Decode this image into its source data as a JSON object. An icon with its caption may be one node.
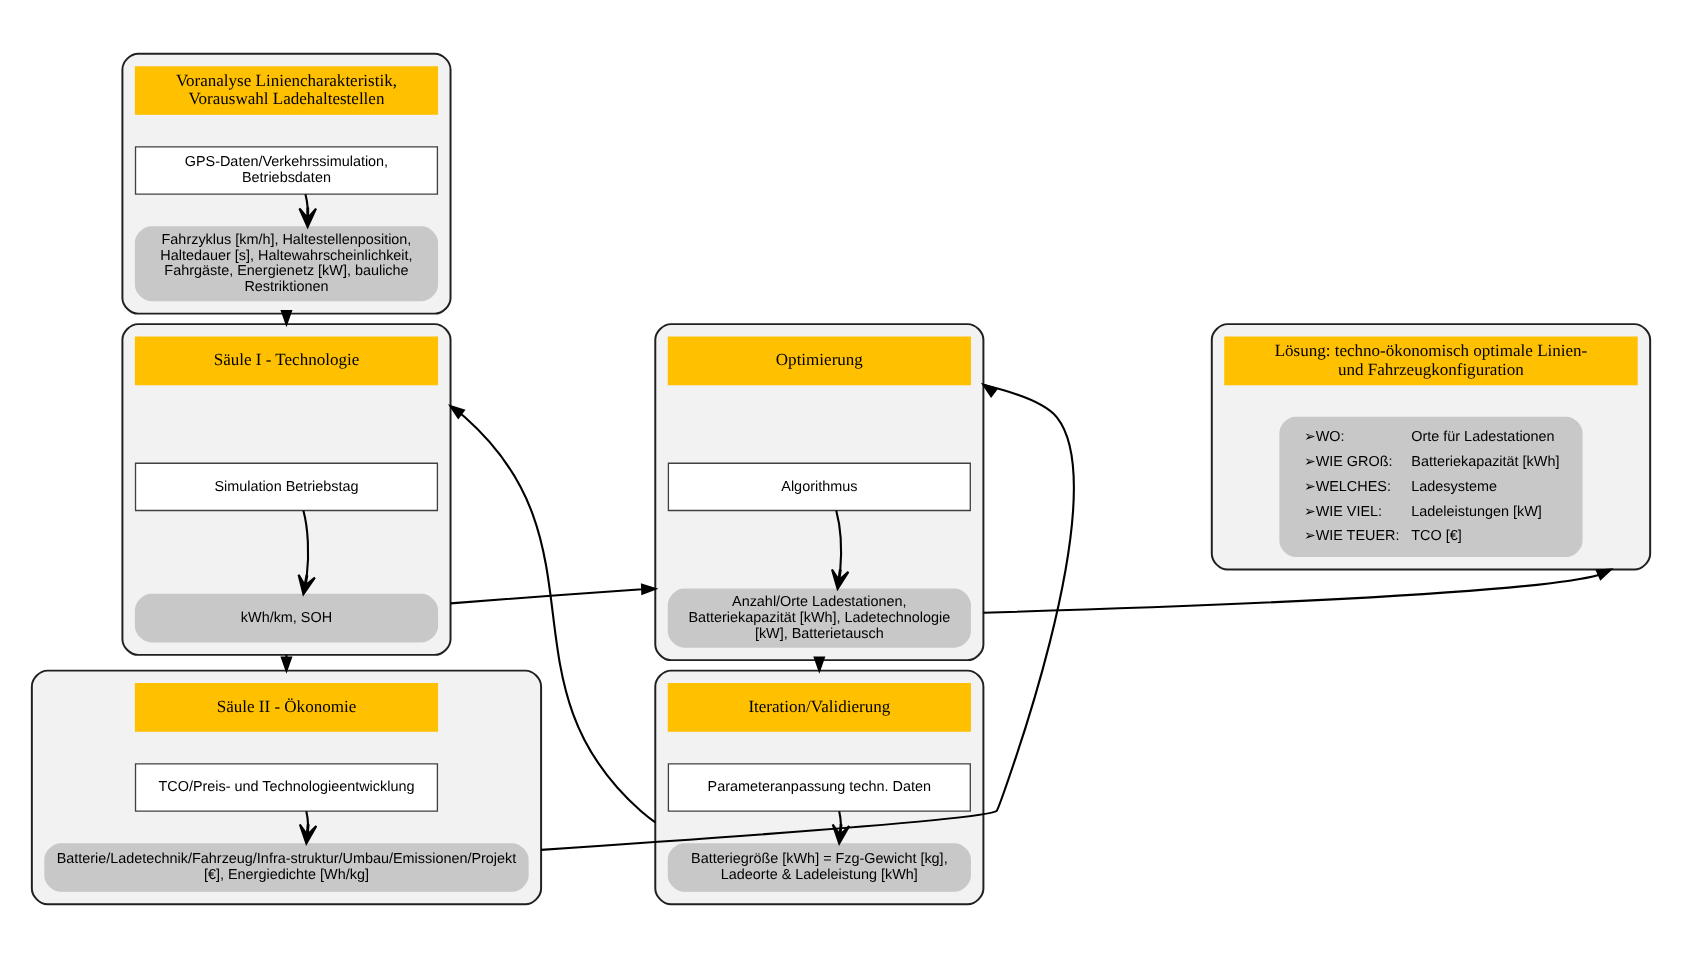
{
  "diagram": {
    "nodes": [
      {
        "text": [],
        "shape": "box"
      },
      {
        "text": [
          "Voranalyse Liniencharakteristik, Vorauswahl Ladehaltestellen"
        ],
        "in": 0
      },
      {
        "text": [
          "GPS-Daten/Verkehrssimulation, Betriebsdaten"
        ],
        "in": 0
      },
      {
        "text": [
          "Fahrzyklus [km/h], Haltestellenposition, Haltedauer [s], Haltewahrscheinlichkeit, Fahrgäste, Energienetz [kW], bauliche Restriktionen"
        ],
        "in": 0
      },
      {
        "text": [],
        "shape": "box"
      },
      {
        "text": [
          "Säule I - Technologie"
        ],
        "in": 4
      },
      {
        "text": [
          "Simulation Betriebstag"
        ],
        "in": 4
      },
      {
        "text": [
          "kWh/km, SOH"
        ],
        "in": 4
      },
      {
        "text": [],
        "shape": "box"
      },
      {
        "text": [
          "Säule II - Ökonomie"
        ],
        "in": 8
      },
      {
        "text": [
          "TCO/Preis- und Technologieentwicklung"
        ],
        "in": 8
      },
      {
        "text": [
          "Batterie/Ladetechnik/Fahrzeug/Infra-struktur/Umbau/Emissionen/Projekt [€], Energiedichte [Wh/kg]"
        ],
        "in": 8
      },
      {
        "text": [],
        "shape": "box"
      },
      {
        "text": [
          "Optimierung"
        ],
        "in": 12
      },
      {
        "text": [
          "Algorithmus"
        ],
        "in": 12
      },
      {
        "text": [
          "Anzahl/Orte Ladestationen, Batteriekapazität [kWh], Ladetechnologie [kW], Batterietausch"
        ],
        "in": 12
      },
      {
        "text": [],
        "shape": "box"
      },
      {
        "text": [
          "Iteration/Validierung"
        ],
        "in": 16
      },
      {
        "text": [
          "Parameteranpassung techn. Daten"
        ],
        "in": 16
      },
      {
        "text": [
          "Batteriegröße [kWh] = Fzg-Gewicht [kg], Ladeorte & Ladeleistung [kWh]"
        ],
        "in": 16
      },
      {
        "text": [],
        "shape": "box"
      },
      {
        "text": [
          "Lösung: techno-ökonomisch optimale Linien- und Fahrzeugkonfiguration"
        ],
        "in": 20
      },
      {
        "text": [
          "➢WO:",
          "Orte für Ladestationen",
          "➢WIE GROß:",
          "Batteriekapazität [kWh]",
          "➢WELCHES:",
          "Ladesysteme",
          "➢WIE VIEL:",
          "Ladeleistungen [kW]",
          "➢WIE TEUER:",
          "TCO [€]"
        ],
        "in": 20
      }
    ],
    "edges": [
      {
        "from": 2,
        "to": 3,
        "arrow": "to"
      },
      {
        "from": 0,
        "to": 4,
        "arrow": "to"
      },
      {
        "from": 6,
        "to": 7,
        "arrow": "to"
      },
      {
        "from": 4,
        "to": 8,
        "arrow": "to"
      },
      {
        "from": 10,
        "to": 11,
        "arrow": "to"
      },
      {
        "from": 4,
        "to": 12,
        "arrow": "to"
      },
      {
        "from": 8,
        "to": 12,
        "arrow": "to"
      },
      {
        "from": 14,
        "to": 15,
        "arrow": "to"
      },
      {
        "from": 12,
        "to": 16,
        "arrow": "to"
      },
      {
        "from": 18,
        "to": 19,
        "arrow": "to"
      },
      {
        "from": 12,
        "to": 20,
        "arrow": "to"
      },
      {
        "from": 16,
        "to": 4,
        "arrow": "to"
      }
    ]
  }
}
